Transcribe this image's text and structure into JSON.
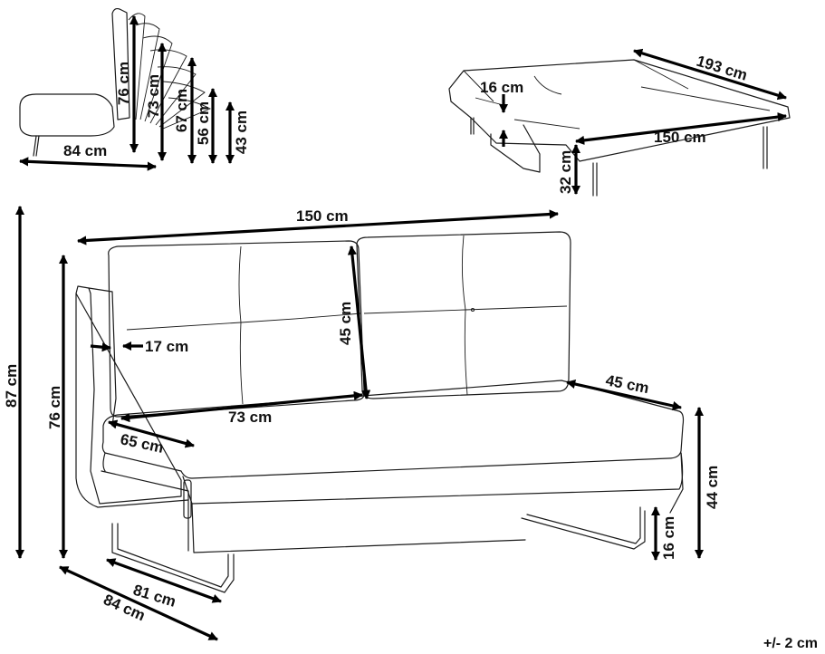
{
  "dimensions": {
    "fold_heights": [
      "76 cm",
      "73 cm",
      "67 cm",
      "56 cm",
      "43 cm"
    ],
    "fold_depth": "84 cm",
    "bed_length": "193 cm",
    "bed_thickness": "16 cm",
    "bed_width": "150 cm",
    "bed_height": "32 cm",
    "total_width": "150 cm",
    "total_height": "87 cm",
    "back_height": "76 cm",
    "back_cushion_height": "45 cm",
    "armrest_thickness": "17 cm",
    "seat_width": "73 cm",
    "seat_depth_side": "65 cm",
    "seat_depth": "45 cm",
    "seat_height": "44 cm",
    "leg_height": "16 cm",
    "inner_depth": "81 cm",
    "total_depth": "84 cm"
  },
  "tolerance": "+/- 2 cm"
}
